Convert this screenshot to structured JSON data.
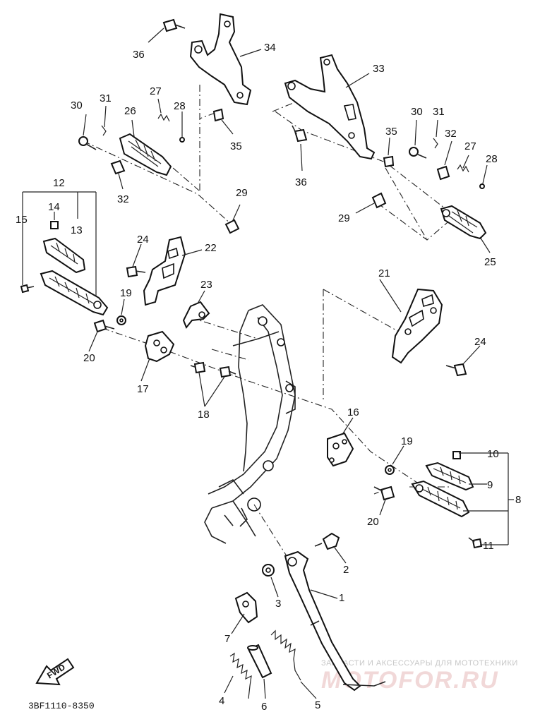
{
  "diagram": {
    "labels": {
      "c1": "1",
      "c2": "2",
      "c3": "3",
      "c4": "4",
      "c5": "5",
      "c6": "6",
      "c7": "7",
      "c8": "8",
      "c9": "9",
      "c10": "10",
      "c11": "11",
      "c12": "12",
      "c13": "13",
      "c14": "14",
      "c15": "15",
      "c16": "16",
      "c17": "17",
      "c18": "18",
      "c19a": "19",
      "c19b": "19",
      "c20a": "20",
      "c20b": "20",
      "c21": "21",
      "c22": "22",
      "c23": "23",
      "c24a": "24",
      "c24b": "24",
      "c25": "25",
      "c26": "26",
      "c27a": "27",
      "c27b": "27",
      "c28a": "28",
      "c28b": "28",
      "c29a": "29",
      "c29b": "29",
      "c30a": "30",
      "c30b": "30",
      "c31a": "31",
      "c31b": "31",
      "c32a": "32",
      "c32b": "32",
      "c33": "33",
      "c34": "34",
      "c35a": "35",
      "c35b": "35",
      "c36a": "36",
      "c36b": "36"
    },
    "fwd_arrow": "FWD",
    "drawing_code": "3BF1110-8350",
    "watermark_caption": "ЗАПЧАСТИ И АКСЕССУАРЫ ДЛЯ МОТОТЕХНИКИ",
    "watermark_logo": "MOTOFOR.RU"
  }
}
